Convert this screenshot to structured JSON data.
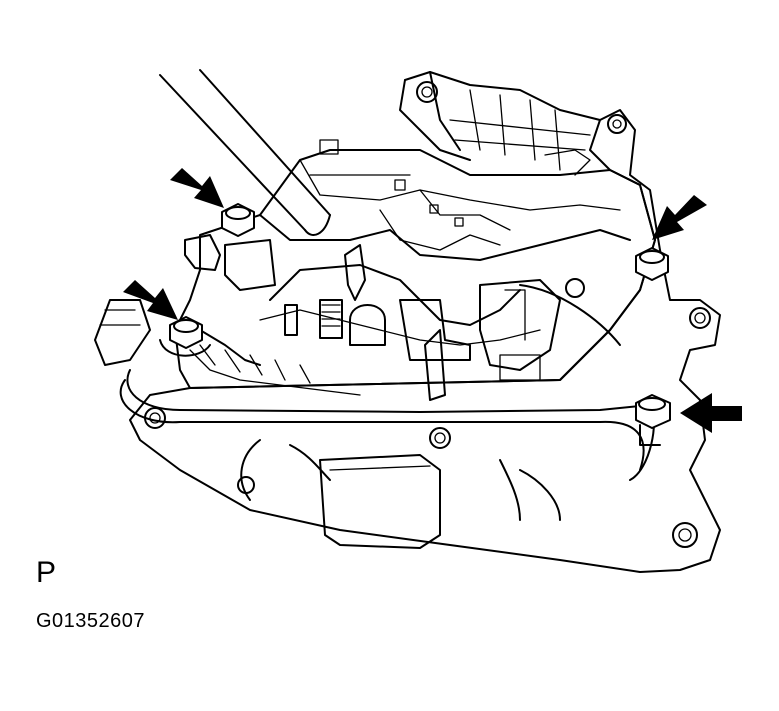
{
  "figure": {
    "view_label": "P",
    "figure_code": "G01352607",
    "line_color": "#000000",
    "background": "#ffffff"
  },
  "callouts": [
    {
      "name": "arrow-bolt-upper-left",
      "icon": "arrow-icon"
    },
    {
      "name": "arrow-bolt-left",
      "icon": "arrow-icon"
    },
    {
      "name": "arrow-bolt-upper-right",
      "icon": "arrow-icon"
    },
    {
      "name": "arrow-bolt-lower-right",
      "icon": "arrow-icon"
    }
  ]
}
